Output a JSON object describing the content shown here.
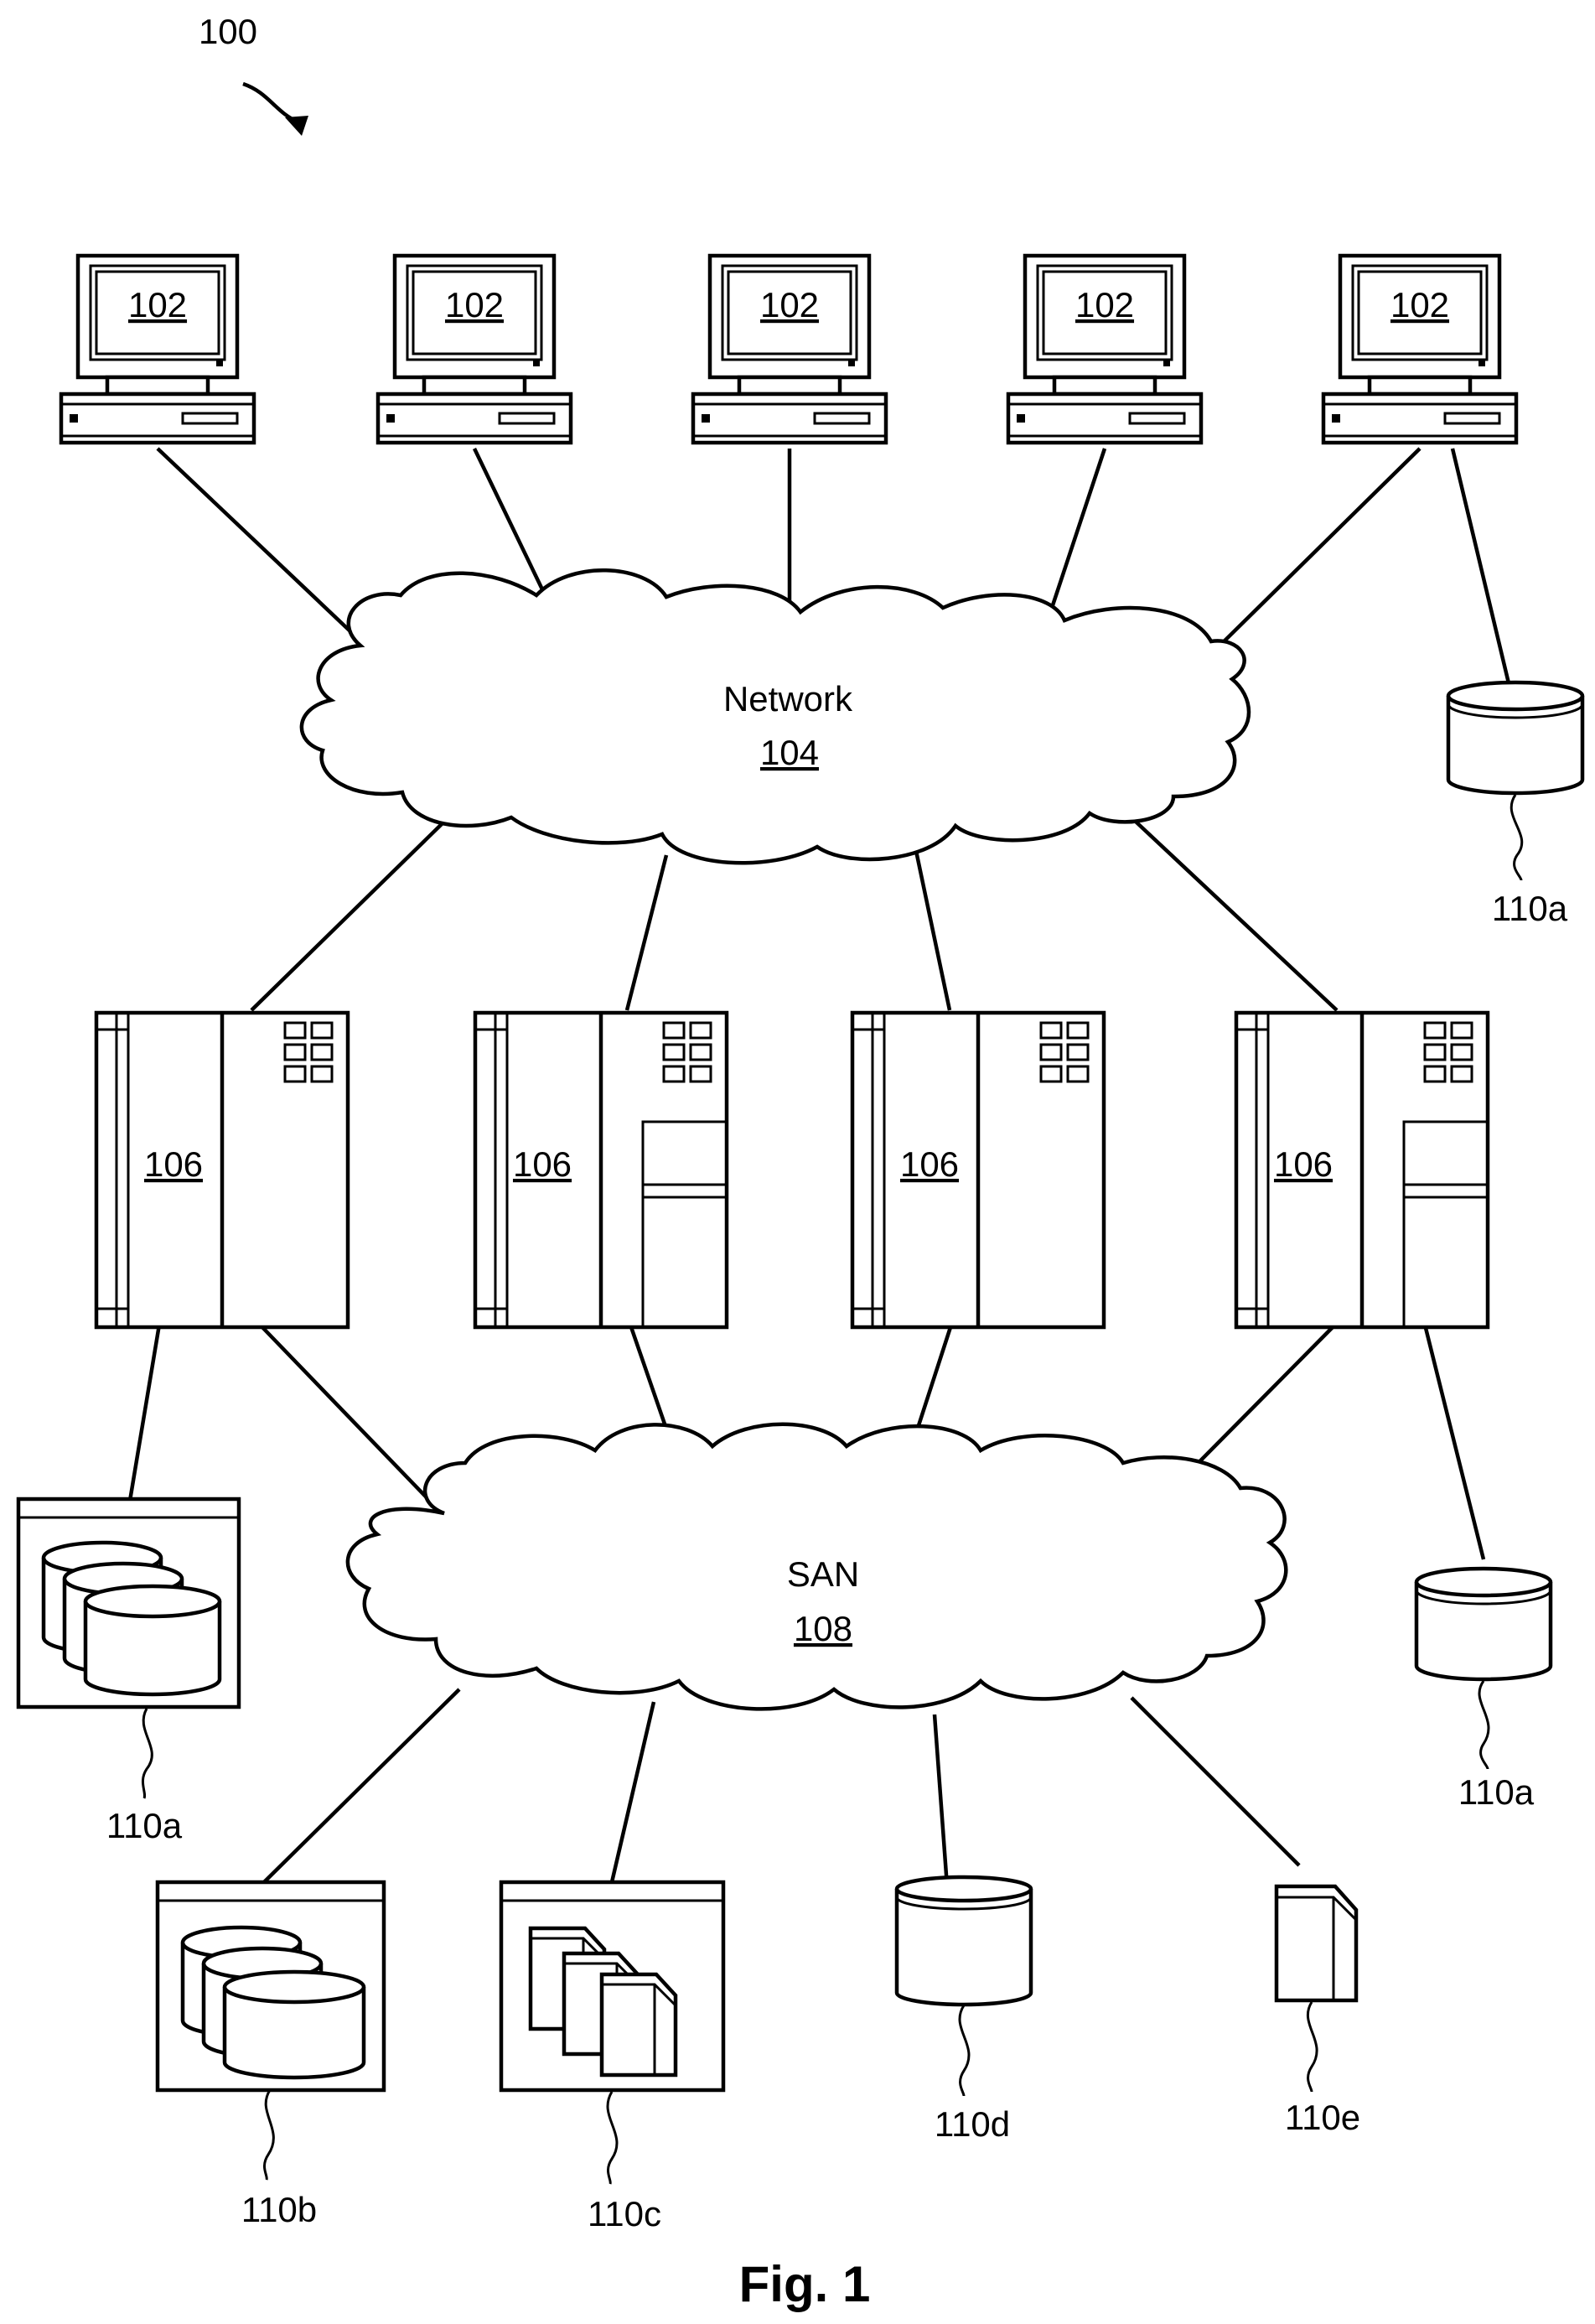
{
  "figure": {
    "ref": "100",
    "caption": "Fig. 1"
  },
  "network": {
    "name": "Network",
    "ref": "104"
  },
  "san": {
    "name": "SAN",
    "ref": "108"
  },
  "computers": [
    {
      "ref": "102"
    },
    {
      "ref": "102"
    },
    {
      "ref": "102"
    },
    {
      "ref": "102"
    },
    {
      "ref": "102"
    }
  ],
  "servers": [
    {
      "ref": "106"
    },
    {
      "ref": "106"
    },
    {
      "ref": "106"
    },
    {
      "ref": "106"
    }
  ],
  "storage": {
    "computer_disk": "110a",
    "server_array": "110a",
    "server_disk": "110a",
    "array_b": "110b",
    "library_c": "110c",
    "disk_d": "110d",
    "tape_e": "110e"
  }
}
